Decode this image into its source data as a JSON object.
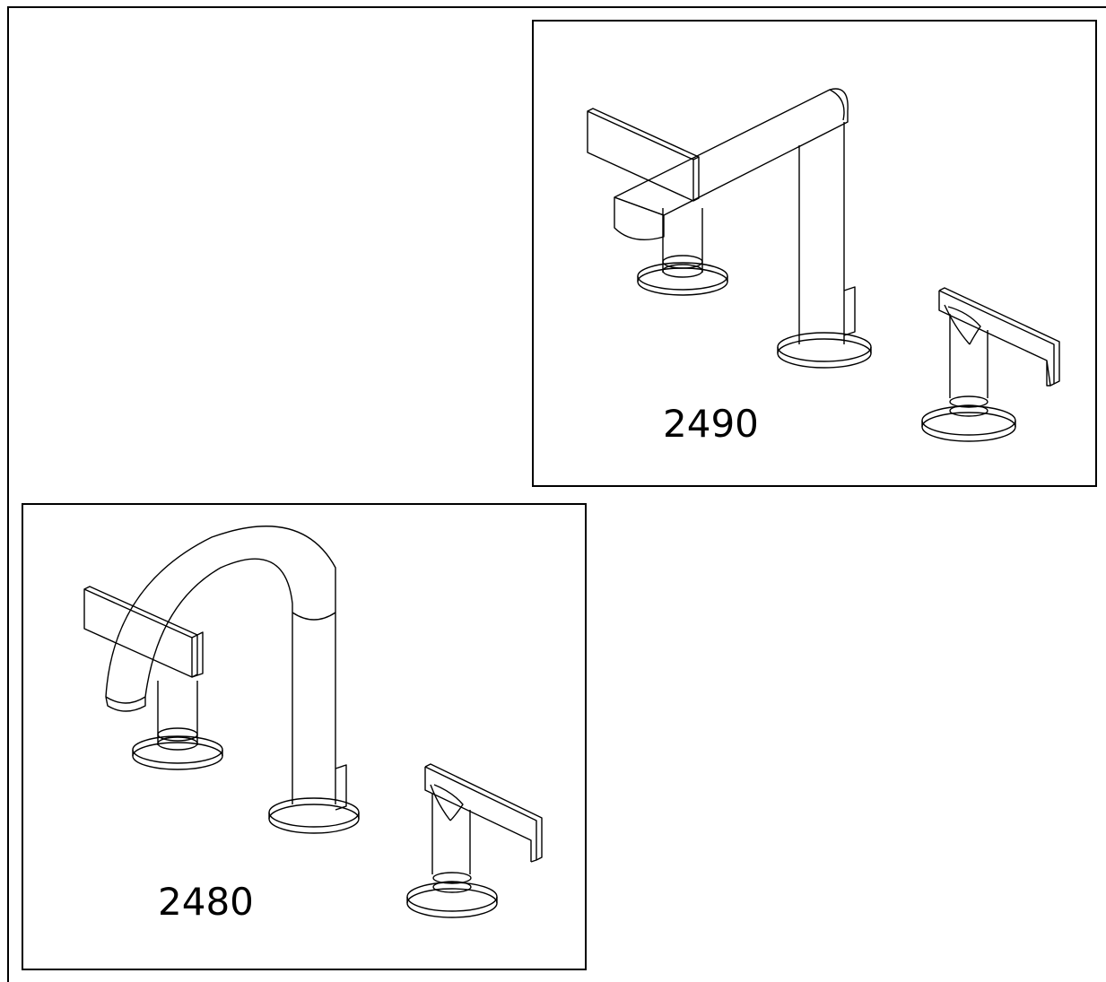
{
  "drawings": [
    {
      "id": "2490",
      "label": "2490",
      "spout": "angular-spout"
    },
    {
      "id": "2480",
      "label": "2480",
      "spout": "gooseneck-spout"
    }
  ],
  "colors": {
    "line": "#000000",
    "background": "#ffffff"
  }
}
